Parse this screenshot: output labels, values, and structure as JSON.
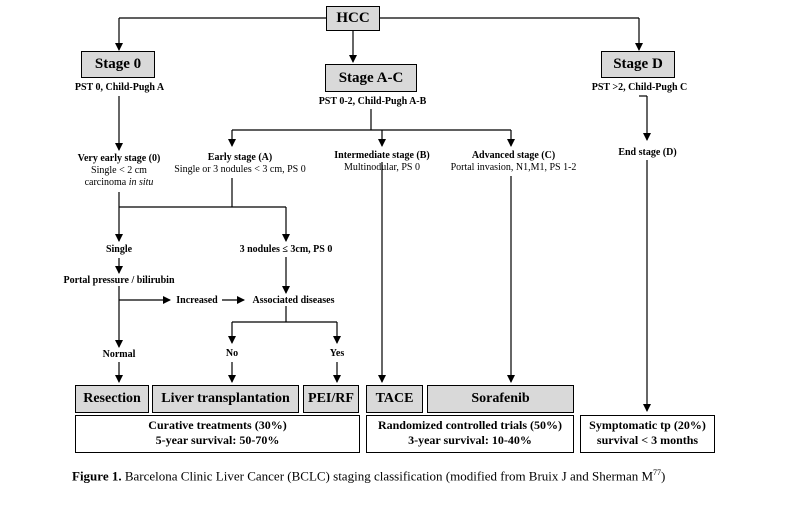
{
  "root": {
    "label": "HCC"
  },
  "stages": {
    "stage0": {
      "label": "Stage 0",
      "desc": "PST 0, Child-Pugh A"
    },
    "stageAC": {
      "label": "Stage A-C",
      "desc": "PST 0-2, Child-Pugh A-B"
    },
    "stageD": {
      "label": "Stage D",
      "desc": "PST >2, Child-Pugh C"
    }
  },
  "substages": {
    "very_early": {
      "title": "Very early stage (0)",
      "line1": "Single < 2 cm",
      "line2": "carcinoma",
      "line2_em": "in situ"
    },
    "early": {
      "title": "Early stage (A)",
      "line1": "Single or 3 nodules < 3 cm, PS 0"
    },
    "intermediate": {
      "title": "Intermediate stage (B)",
      "line1": "Multinodular, PS 0"
    },
    "advanced": {
      "title": "Advanced stage (C)",
      "line1": "Portal invasion, N1,M1, PS 1-2"
    },
    "end": {
      "title": "End stage (D)"
    }
  },
  "nodes": {
    "single": "Single",
    "three_nodules": "3 nodules ≤ 3cm, PS 0",
    "portal_pressure": "Portal pressure / bilirubin",
    "increased": "Increased",
    "associated_diseases": "Associated diseases",
    "no": "No",
    "yes": "Yes",
    "normal": "Normal"
  },
  "treatments": {
    "resection": "Resection",
    "liver_transplantation": "Liver transplantation",
    "pei_rf": "PEI/RF",
    "tace": "TACE",
    "sorafenib": "Sorafenib"
  },
  "outcomes": {
    "curative": {
      "line1": "Curative treatments (30%)",
      "line2": "5-year survival: 50-70%"
    },
    "rct": {
      "line1": "Randomized controlled trials (50%)",
      "line2": "3-year survival: 10-40%"
    },
    "symptomatic": {
      "line1": "Symptomatic tp (20%)",
      "line2": "survival < 3 months"
    }
  },
  "caption": {
    "label": "Figure 1.",
    "text": "Barcelona Clinic Liver Cancer (BCLC) staging classification (modified from Bruix J and Sherman M",
    "sup": "77",
    "end": ")"
  }
}
